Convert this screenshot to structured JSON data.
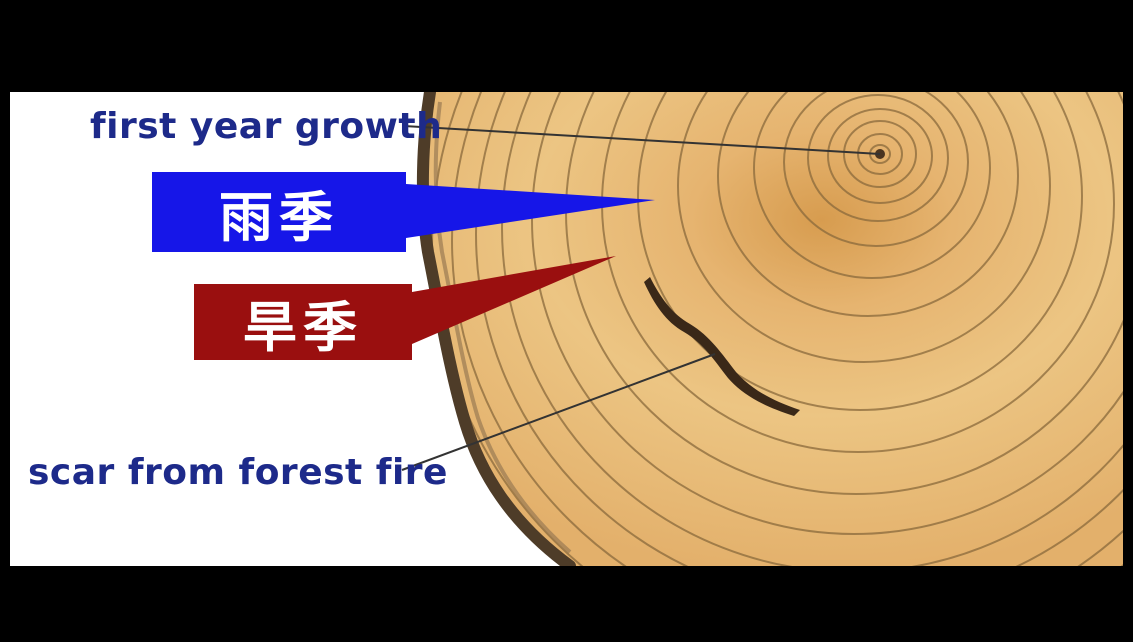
{
  "labels": {
    "first_year_growth": "first year growth",
    "scar_from_forest_fire": "scar from forest fire",
    "rainy_season": "雨季",
    "dry_season": "旱季"
  },
  "colors": {
    "label_text": "#1d2a8a",
    "rainy_tag": "#1616e8",
    "dry_tag": "#9a0f0f",
    "wood": "#e8c485",
    "bark": "#5a4630",
    "letterbox": "#000000"
  }
}
